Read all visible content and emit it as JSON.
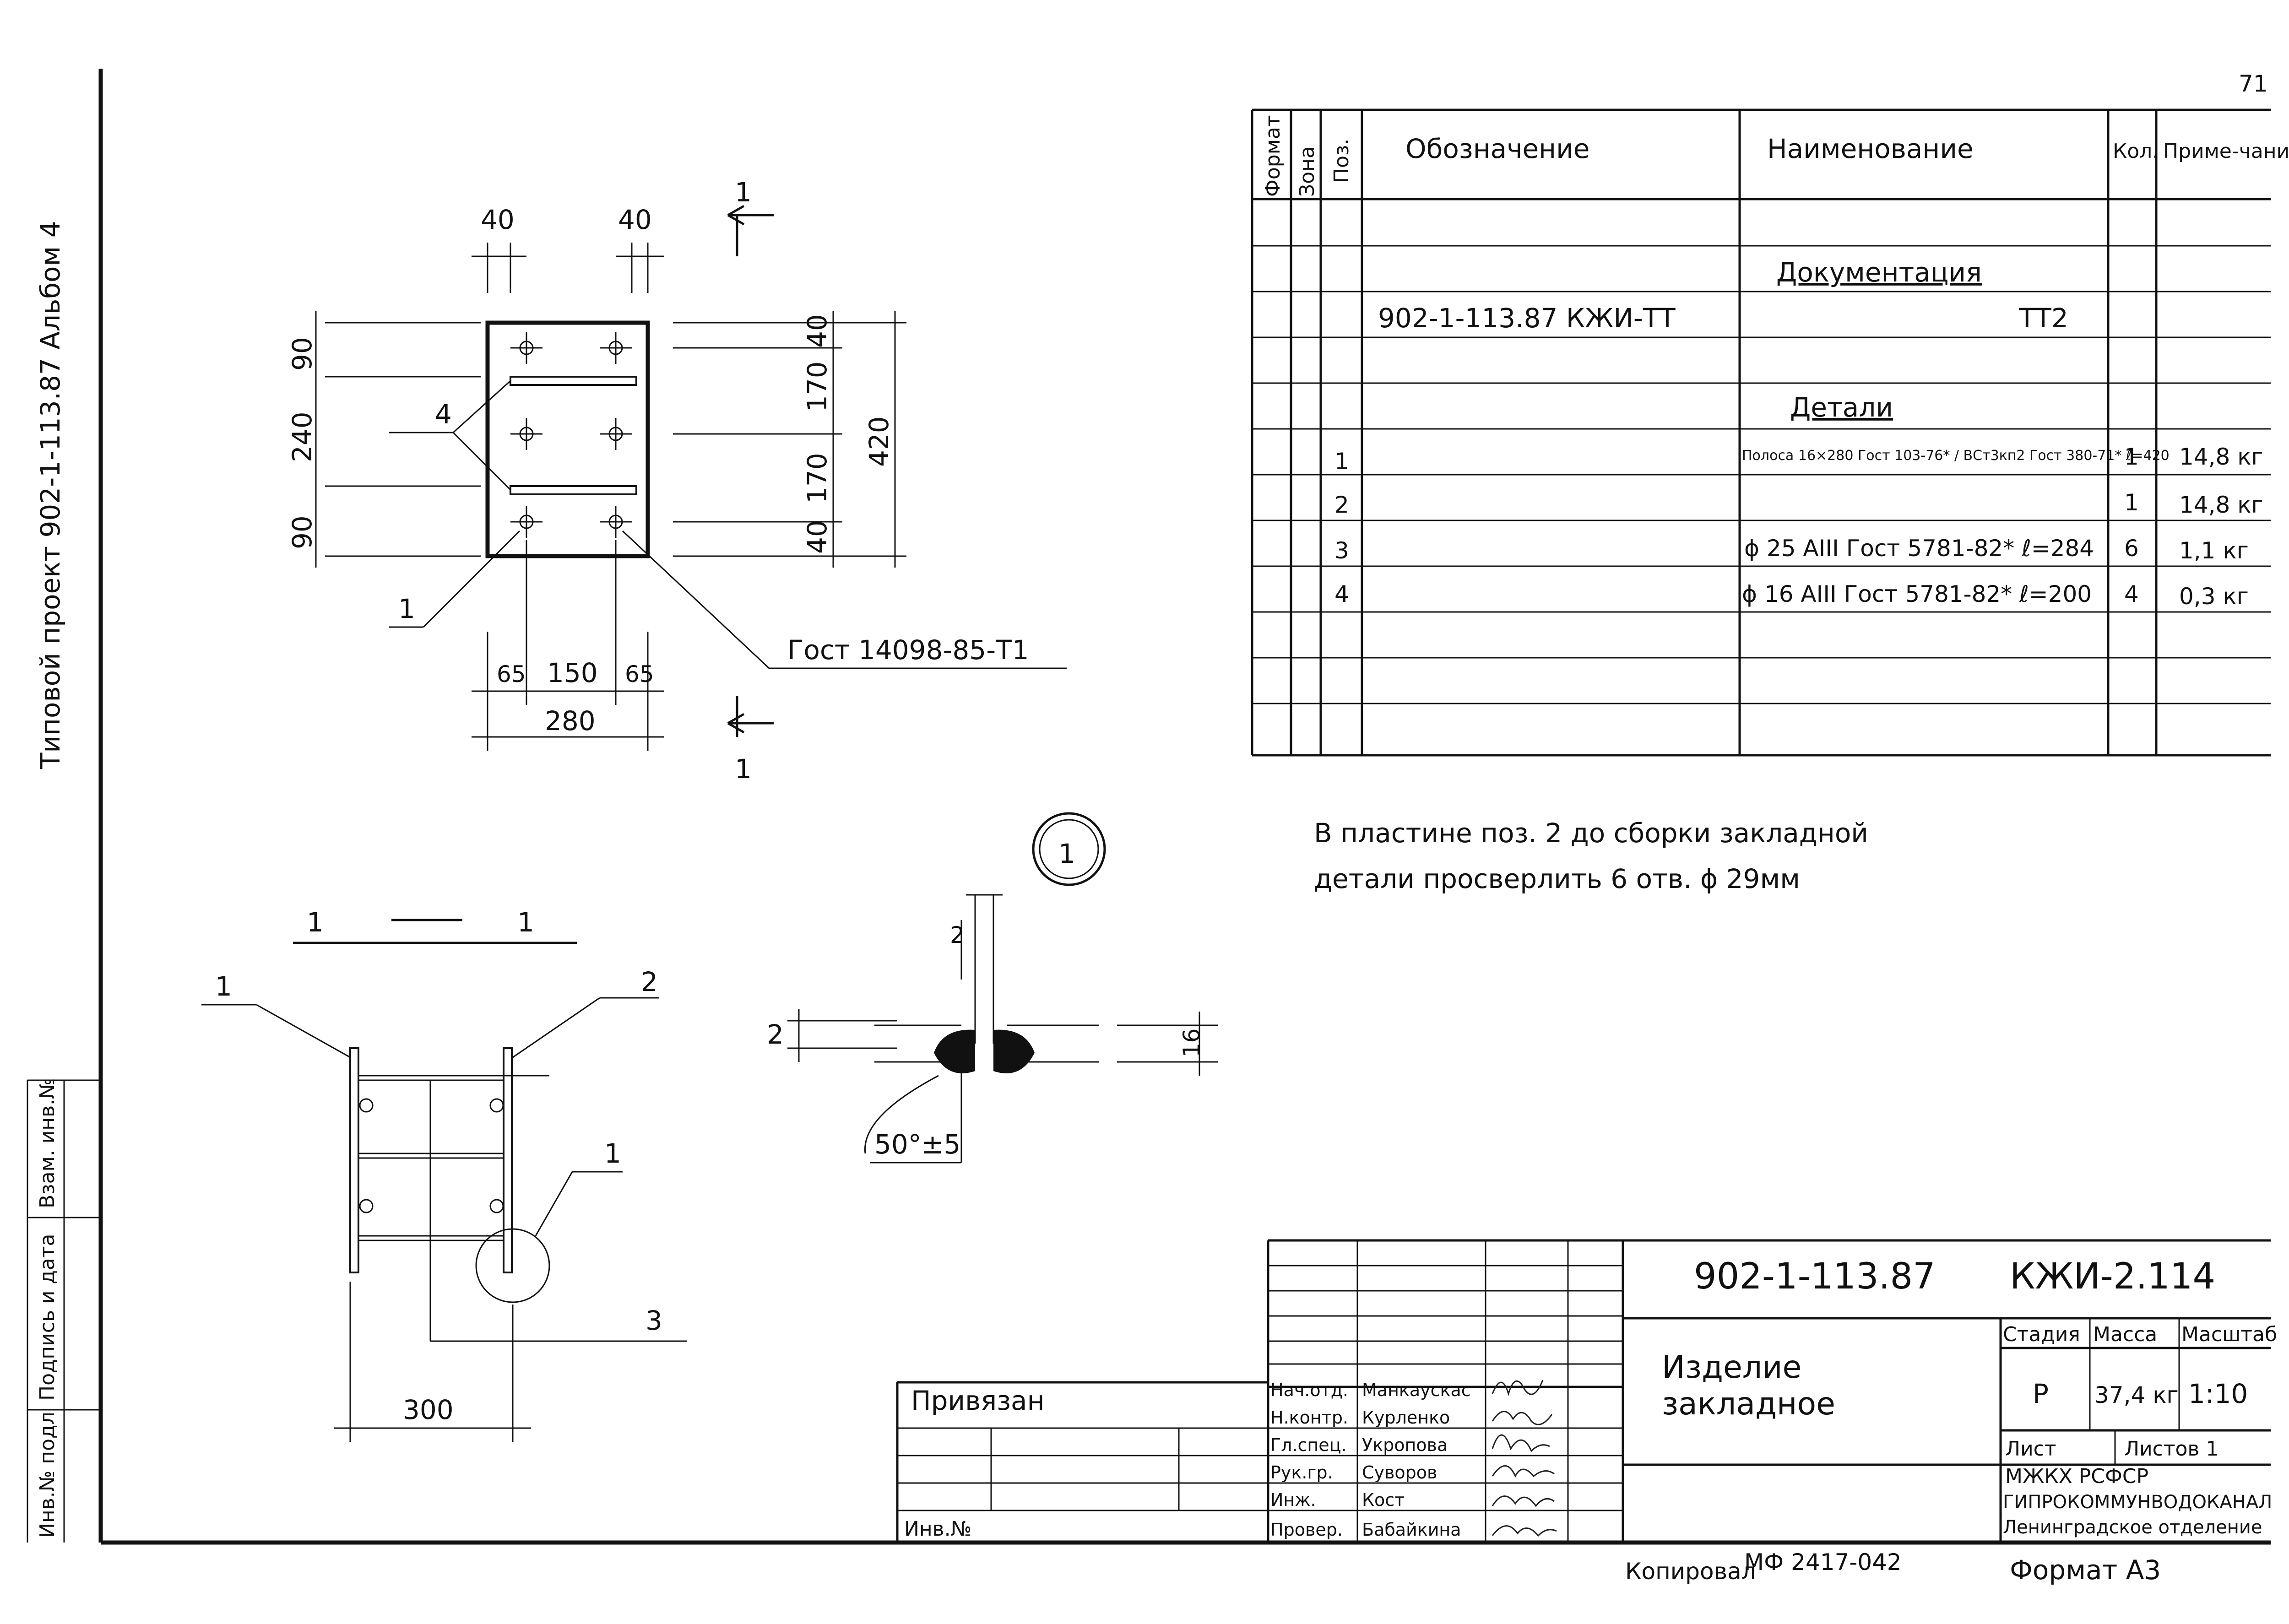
{
  "page_number": "71",
  "side_title": "Типовой проект 902-1-113.87   Альбом 4",
  "side_stamp": [
    "Инв.№ подл",
    "Подпись и дата",
    "Взам. инв.№"
  ],
  "plan_view": {
    "dims_top": [
      "40",
      "40"
    ],
    "dims_left": [
      "90",
      "240",
      "90"
    ],
    "dims_right": [
      "40",
      "170",
      "170",
      "40"
    ],
    "dim_total_h": "420",
    "dims_bottom": [
      "65",
      "150",
      "65"
    ],
    "dim_total_w": "280",
    "label_anchor": "4",
    "label_plate": "1",
    "gost_label": "Гост 14098-85-Т1",
    "section_mark": "1"
  },
  "section_view": {
    "title_left": "1",
    "title_right": "1",
    "callouts": [
      "1",
      "2",
      "1",
      "3"
    ],
    "dim_bottom": "300"
  },
  "detail_view": {
    "marker": "1",
    "dim_gap": "2",
    "dim_left": "2",
    "dim_thickness": "16",
    "angle": "50°±5"
  },
  "spec_table": {
    "headers": [
      "Формат",
      "Зона",
      "Поз.",
      "Обозначение",
      "Наименование",
      "Кол.",
      "Приме-чание"
    ],
    "section_docs": "Документация",
    "doc_row": {
      "designation": "902-1-113.87 КЖИ-ТТ",
      "name": "ТТ2"
    },
    "section_details": "Детали",
    "rows": [
      {
        "pos": "1",
        "name": "Полоса 16×280 Гост 103-76* / ВСт3кп2 Гост 380-71* ℓ=420",
        "qty": "1",
        "note": "14,8 кг"
      },
      {
        "pos": "2",
        "name": "",
        "qty": "1",
        "note": "14,8 кг"
      },
      {
        "pos": "3",
        "name": "ϕ 25 АIII Гост 5781-82* ℓ=284",
        "qty": "6",
        "note": "1,1 кг"
      },
      {
        "pos": "4",
        "name": "ϕ 16 АIII Гост 5781-82* ℓ=200",
        "qty": "4",
        "note": "0,3 кг"
      }
    ]
  },
  "note_text": [
    "В пластине поз. 2 до сборки закладной",
    "детали просверлить 6 отв. ϕ 29мм"
  ],
  "title_block": {
    "designation": "902-1-113.87",
    "sheet_code": "КЖИ-2.114",
    "item_name": [
      "Изделие",
      "закладное"
    ],
    "stage_header": "Стадия",
    "mass_header": "Масса",
    "scale_header": "Масштаб",
    "stage": "Р",
    "mass": "37,4 кг",
    "scale": "1:10",
    "sheet_label": "Лист",
    "sheets_label": "Листов 1",
    "org_lines": [
      "МЖКХ РСФСР",
      "ГИПРОКОММУНВОДОКАНАЛ",
      "Ленинградское отделение"
    ],
    "privyazan": "Привязан",
    "inv_no": "Инв.№",
    "staff": [
      {
        "role": "Нач.отд.",
        "name": "Манкаускас"
      },
      {
        "role": "Н.контр.",
        "name": "Курленко"
      },
      {
        "role": "Гл.спец.",
        "name": "Укропова"
      },
      {
        "role": "Рук.гр.",
        "name": "Суворов"
      },
      {
        "role": "Инж.",
        "name": "Кост"
      },
      {
        "role": "Провер.",
        "name": "Бабайкина"
      }
    ]
  },
  "footer": {
    "copied_label": "Копировал",
    "code": "МФ 2417-04",
    "number": "42",
    "format_label": "Формат А3"
  }
}
